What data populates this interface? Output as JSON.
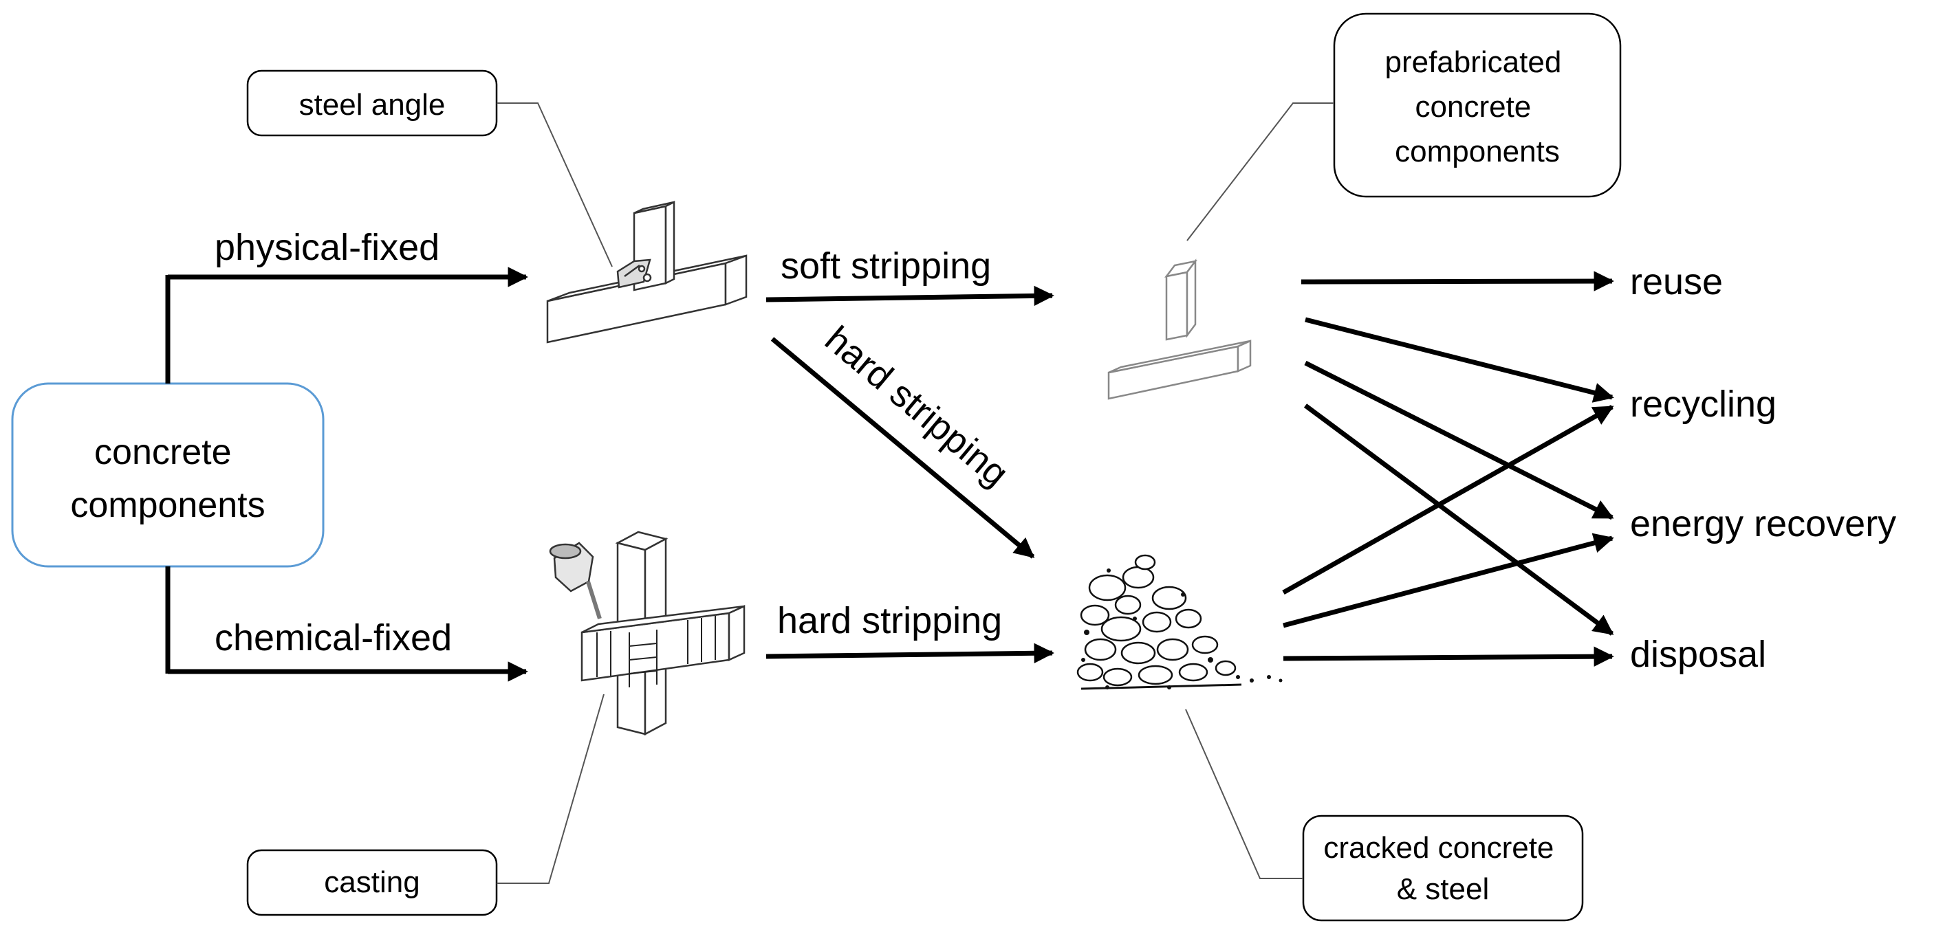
{
  "diagram": {
    "source_node": [
      "concrete",
      "components"
    ],
    "branches": {
      "physical": "physical-fixed",
      "chemical": "chemical-fixed"
    },
    "callouts": {
      "steel_angle": [
        "steel angle"
      ],
      "casting": [
        "casting"
      ],
      "prefabricated": [
        "prefabricated",
        "concrete",
        "components"
      ],
      "cracked": [
        "cracked concrete",
        "& steel"
      ]
    },
    "processes": {
      "soft": "soft stripping",
      "hard_diagonal": "hard stripping",
      "hard_bottom": "hard stripping"
    },
    "outcomes": {
      "reuse": "reuse",
      "recycling": "recycling",
      "energy_recovery": "energy recovery",
      "disposal": "disposal"
    }
  },
  "colors": {
    "source_border": "#5b9bd5",
    "line": "#000000",
    "callout_line": "#555555"
  }
}
